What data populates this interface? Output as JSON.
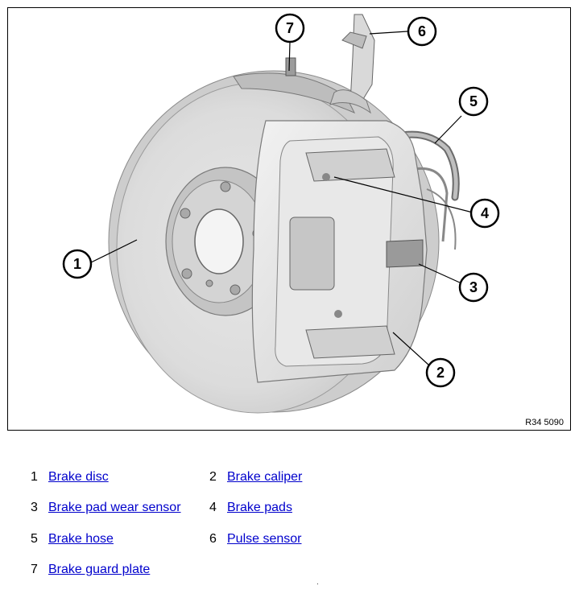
{
  "figure": {
    "code": "R34 5090",
    "callouts": [
      "1",
      "2",
      "3",
      "4",
      "5",
      "6",
      "7"
    ]
  },
  "legend": [
    {
      "num": "1",
      "label": "Brake disc"
    },
    {
      "num": "2",
      "label": "Brake caliper"
    },
    {
      "num": "3",
      "label": "Brake pad wear sensor"
    },
    {
      "num": "4",
      "label": "Brake pads"
    },
    {
      "num": "5",
      "label": "Brake hose"
    },
    {
      "num": "6",
      "label": "Pulse sensor"
    },
    {
      "num": "7",
      "label": "Brake guard plate"
    }
  ],
  "footer": {
    "dot": "."
  },
  "colors": {
    "link": "#0000cc",
    "part_fill": "#e2e2e2",
    "part_stroke": "#7a7a7a"
  }
}
